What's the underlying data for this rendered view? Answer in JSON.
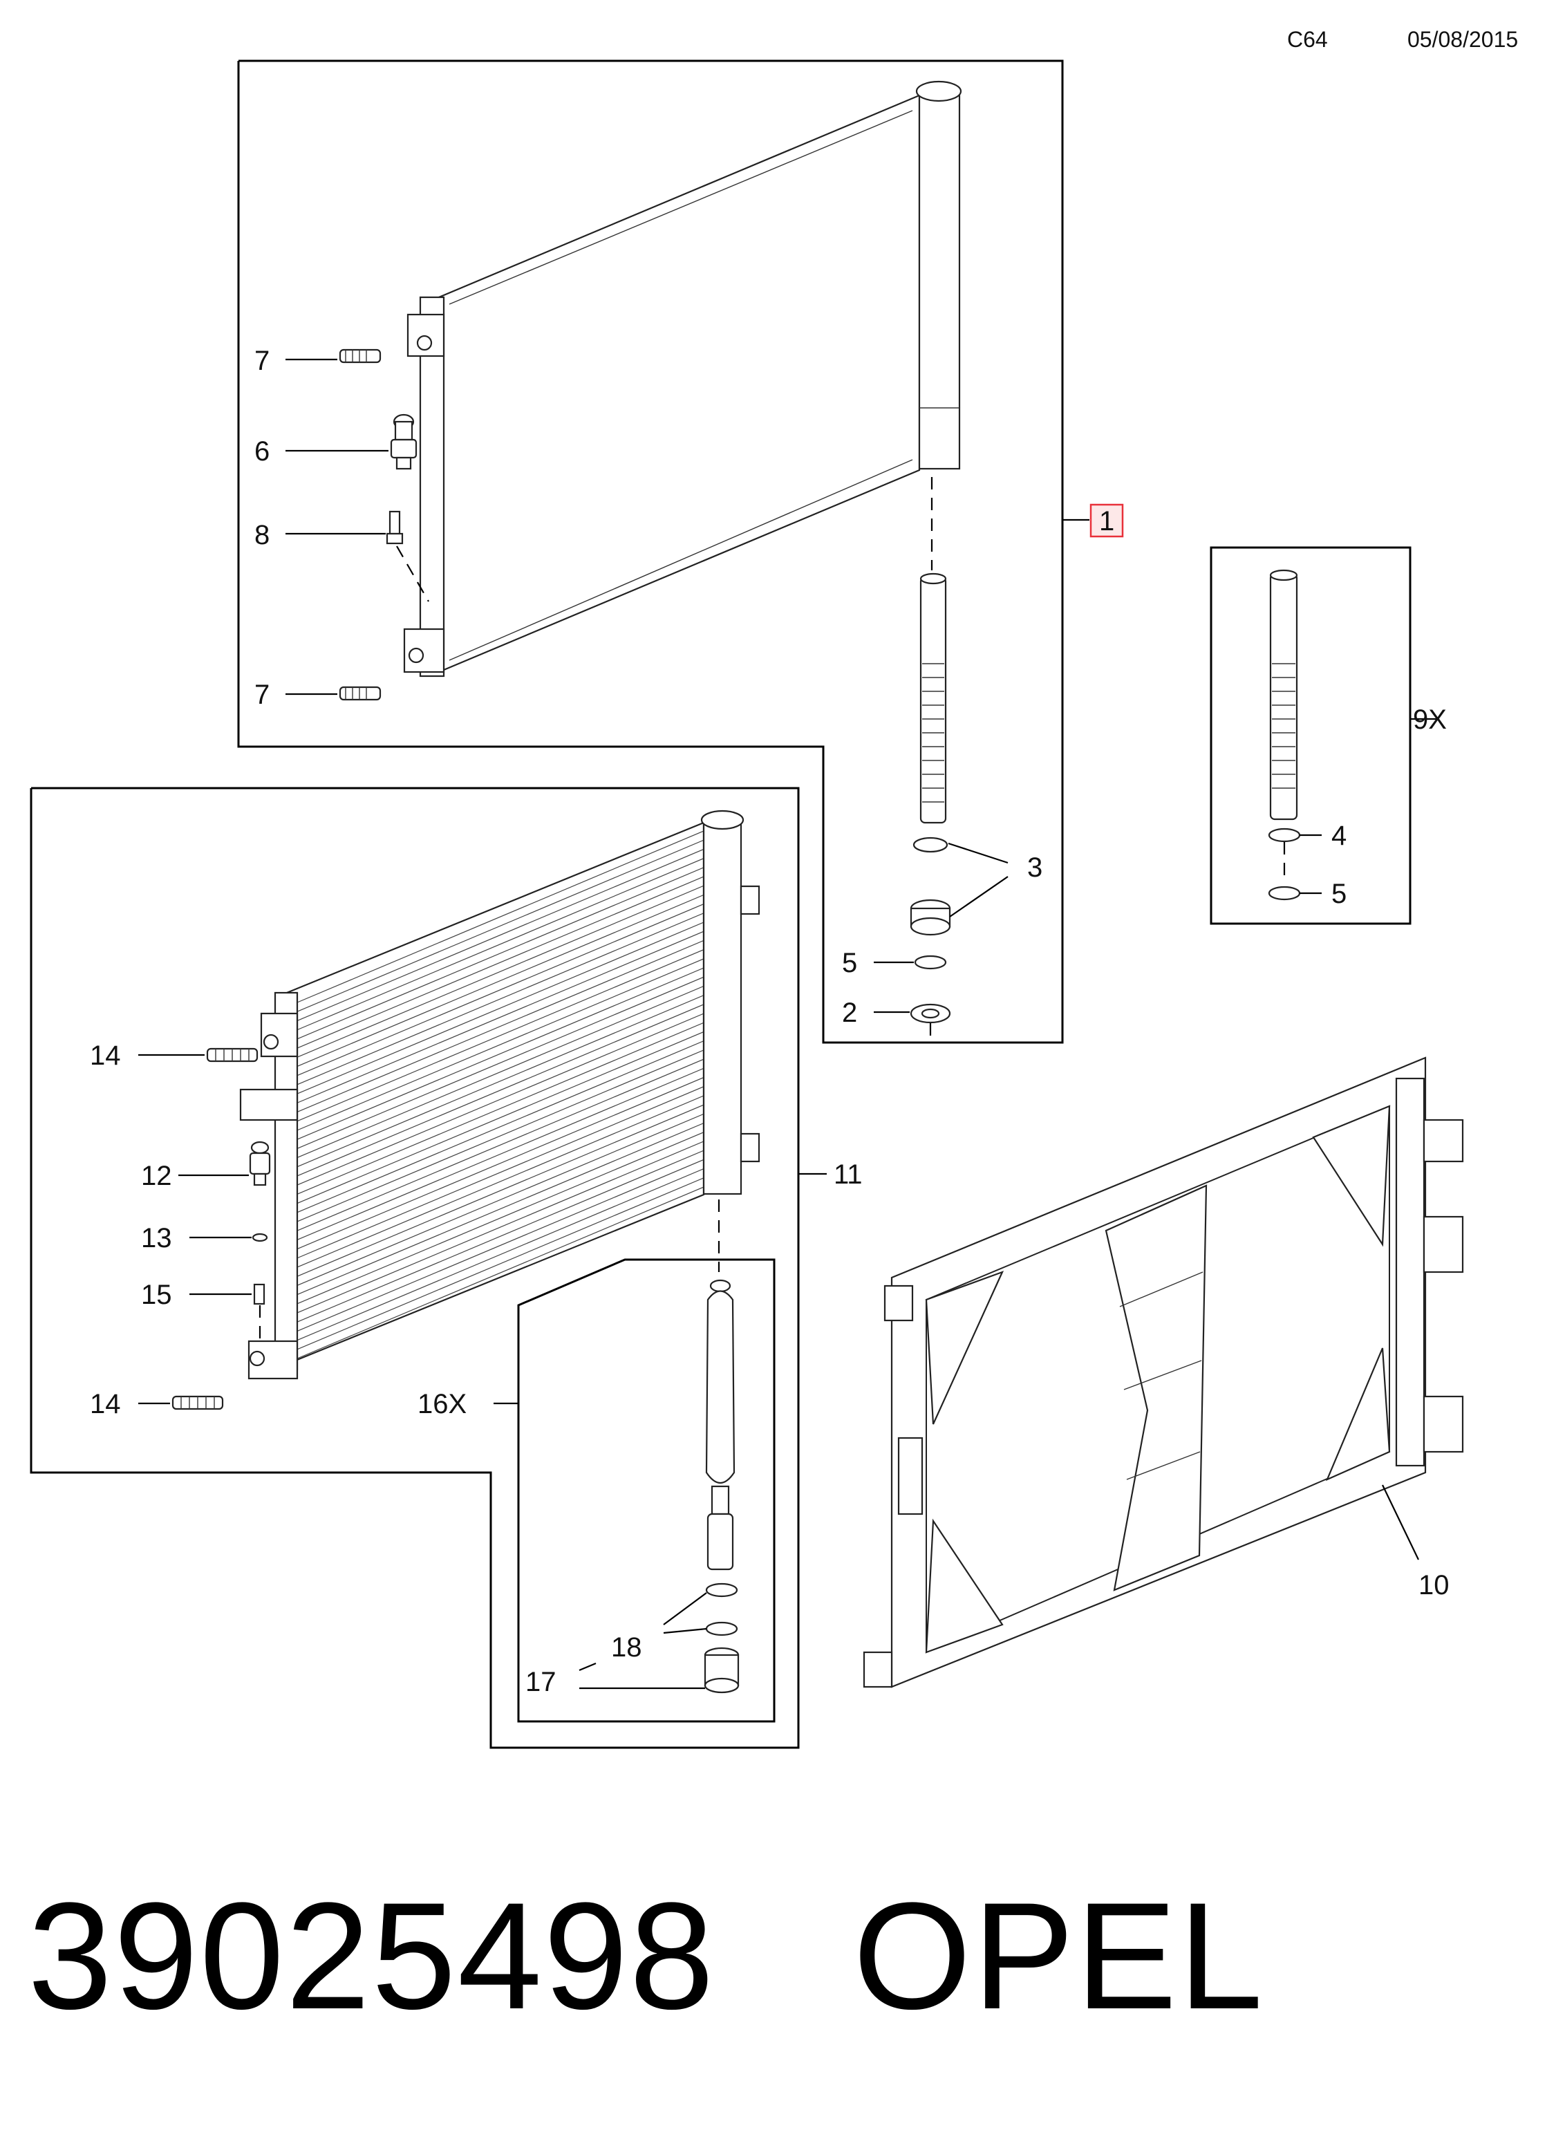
{
  "header": {
    "code": "C64",
    "date": "05/08/2015"
  },
  "footer": {
    "part_number": "39025498",
    "brand": "OPEL"
  },
  "callouts": {
    "c1": "1",
    "c2": "2",
    "c3": "3",
    "c4": "4",
    "c5a": "5",
    "c5b": "5",
    "c6": "6",
    "c7a": "7",
    "c7b": "7",
    "c8": "8",
    "c9x": "9X",
    "c10": "10",
    "c11": "11",
    "c12": "12",
    "c13": "13",
    "c14a": "14",
    "c14b": "14",
    "c15": "15",
    "c16x": "16X",
    "c17": "17",
    "c18": "18"
  },
  "colors": {
    "highlight_box": "#e8313a",
    "highlight_fill": "#fde8e8"
  }
}
